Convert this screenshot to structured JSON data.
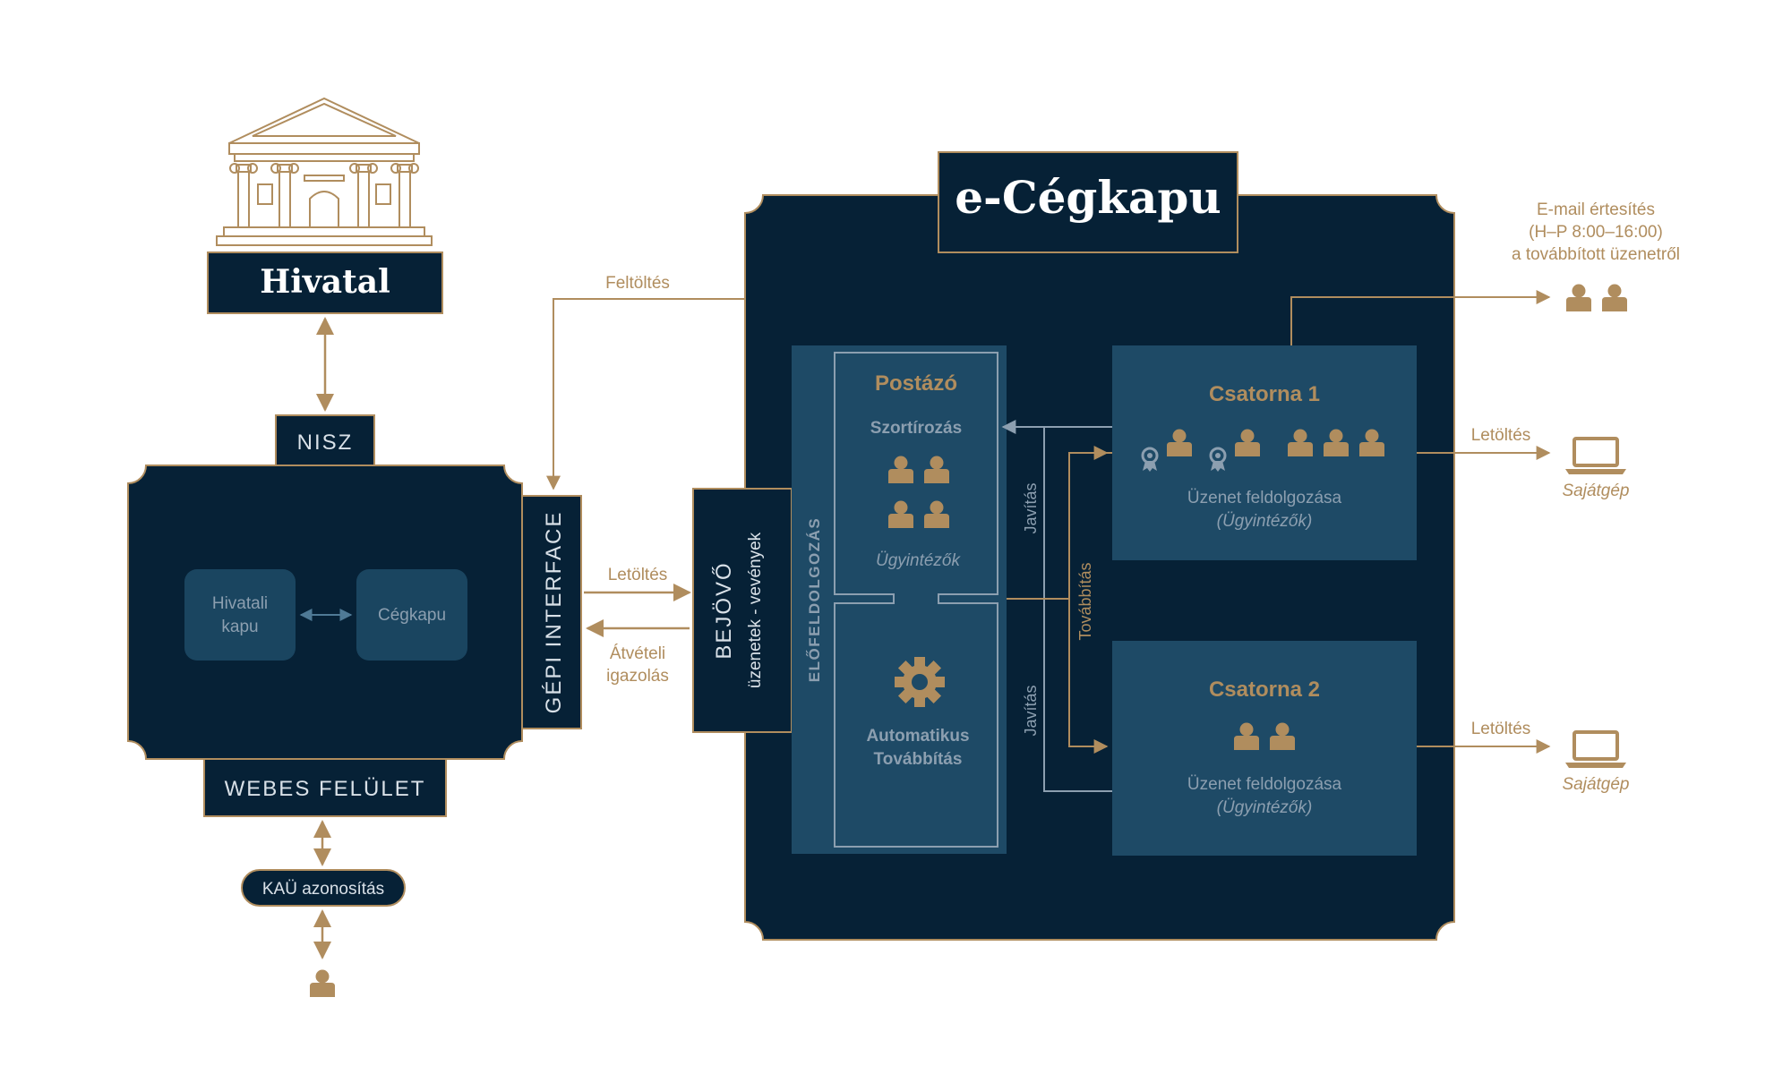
{
  "hivatal": {
    "title": "Hivatal"
  },
  "nisz": {
    "label": "NISZ"
  },
  "webes": {
    "label": "WEBES FELÜLET"
  },
  "hivatali_kapu": {
    "line1": "Hivatali",
    "line2": "kapu"
  },
  "cegkapu_small": {
    "label": "Cégkapu"
  },
  "kau": {
    "label": "KAÜ azonosítás"
  },
  "gepi": {
    "label": "GÉPI INTERFACE"
  },
  "bejovo": {
    "line1": "BEJÖVŐ",
    "line2": "üzenetek - vevények"
  },
  "arrows": {
    "feltoltes": "Feltöltés",
    "letoltes_main": "Letöltés",
    "atveteli_1": "Átvételi",
    "atveteli_2": "igazolás",
    "javitas_top": "Javítás",
    "javitas_bottom": "Javítás",
    "tovabbitas": "Továbbítás",
    "letoltes_c1": "Letöltés",
    "letoltes_c2": "Letöltés"
  },
  "ecegkapu": {
    "title": "e-Cégkapu"
  },
  "elofeldolgozas": {
    "label": "ELŐFELDOLGOZÁS"
  },
  "postazo": {
    "title": "Postázó",
    "szortirozas": "Szortírozás",
    "ugyintezok": "Ügyintézők",
    "auto_1": "Automatikus",
    "auto_2": "Továbbítás"
  },
  "csatorna1": {
    "title": "Csatorna 1",
    "desc": "Üzenet feldolgozása",
    "sub": "(Ügyintézők)"
  },
  "csatorna2": {
    "title": "Csatorna 2",
    "desc": "Üzenet feldolgozása",
    "sub": "(Ügyintézők)"
  },
  "email": {
    "line1": "E-mail értesítés",
    "line2": "(H–P 8:00–16:00)",
    "line3": "a továbbított üzenetről"
  },
  "sajatgep_1": "Sajátgép",
  "sajatgep_2": "Sajátgép",
  "colors": {
    "navy": "#062136",
    "blue": "#1E4A66",
    "gold": "#B08D5E",
    "light": "#D9E1E8",
    "muted": "#8C9FB0",
    "tile": "#1A4560"
  }
}
